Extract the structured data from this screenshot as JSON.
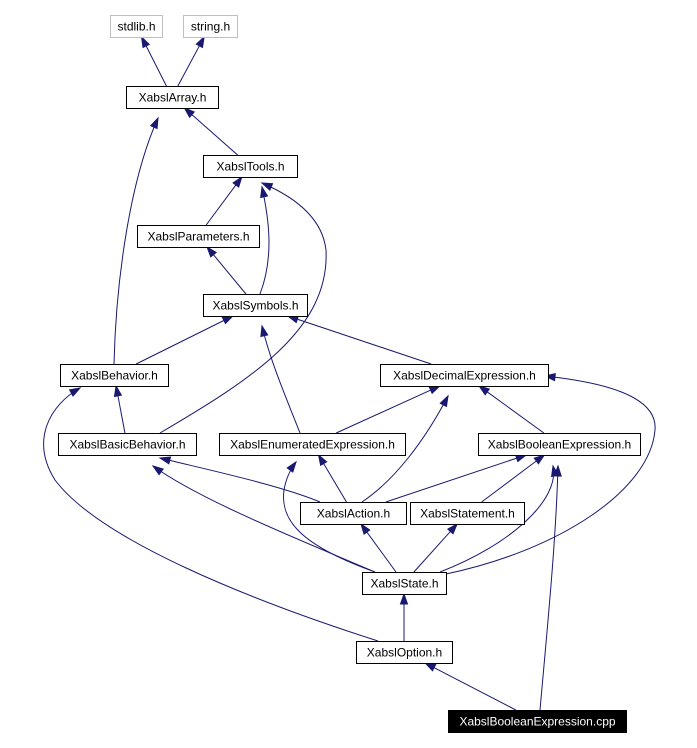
{
  "diagram": {
    "type": "include-dependency-graph",
    "colors": {
      "edge": "#191970",
      "node_border": "#000000",
      "external_border": "#bfbfbf",
      "root_fill": "#000000",
      "root_text": "#ffffff"
    },
    "nodes": [
      {
        "id": "stdlib",
        "label": "stdlib.h",
        "style": "external"
      },
      {
        "id": "string",
        "label": "string.h",
        "style": "external"
      },
      {
        "id": "array",
        "label": "XabslArray.h"
      },
      {
        "id": "tools",
        "label": "XabslTools.h"
      },
      {
        "id": "params",
        "label": "XabslParameters.h"
      },
      {
        "id": "symbols",
        "label": "XabslSymbols.h"
      },
      {
        "id": "behavior",
        "label": "XabslBehavior.h"
      },
      {
        "id": "decimal",
        "label": "XabslDecimalExpression.h"
      },
      {
        "id": "basic",
        "label": "XabslBasicBehavior.h"
      },
      {
        "id": "enum",
        "label": "XabslEnumeratedExpression.h"
      },
      {
        "id": "boolean",
        "label": "XabslBooleanExpression.h"
      },
      {
        "id": "action",
        "label": "XabslAction.h"
      },
      {
        "id": "statement",
        "label": "XabslStatement.h"
      },
      {
        "id": "state",
        "label": "XabslState.h"
      },
      {
        "id": "option",
        "label": "XabslOption.h"
      },
      {
        "id": "root",
        "label": "XabslBooleanExpression.cpp",
        "style": "root"
      }
    ],
    "edges": [
      [
        "array",
        "stdlib"
      ],
      [
        "array",
        "string"
      ],
      [
        "tools",
        "array"
      ],
      [
        "behavior",
        "array"
      ],
      [
        "params",
        "tools"
      ],
      [
        "symbols",
        "tools"
      ],
      [
        "basic",
        "tools"
      ],
      [
        "symbols",
        "params"
      ],
      [
        "behavior",
        "symbols"
      ],
      [
        "decimal",
        "symbols"
      ],
      [
        "enum",
        "symbols"
      ],
      [
        "basic",
        "behavior"
      ],
      [
        "option",
        "behavior"
      ],
      [
        "enum",
        "decimal"
      ],
      [
        "boolean",
        "decimal"
      ],
      [
        "action",
        "decimal"
      ],
      [
        "state",
        "decimal"
      ],
      [
        "action",
        "basic"
      ],
      [
        "state",
        "basic"
      ],
      [
        "action",
        "enum"
      ],
      [
        "state",
        "enum"
      ],
      [
        "action",
        "boolean"
      ],
      [
        "statement",
        "boolean"
      ],
      [
        "state",
        "boolean"
      ],
      [
        "root",
        "boolean"
      ],
      [
        "state",
        "action"
      ],
      [
        "state",
        "statement"
      ],
      [
        "option",
        "state"
      ],
      [
        "root",
        "option"
      ]
    ]
  }
}
